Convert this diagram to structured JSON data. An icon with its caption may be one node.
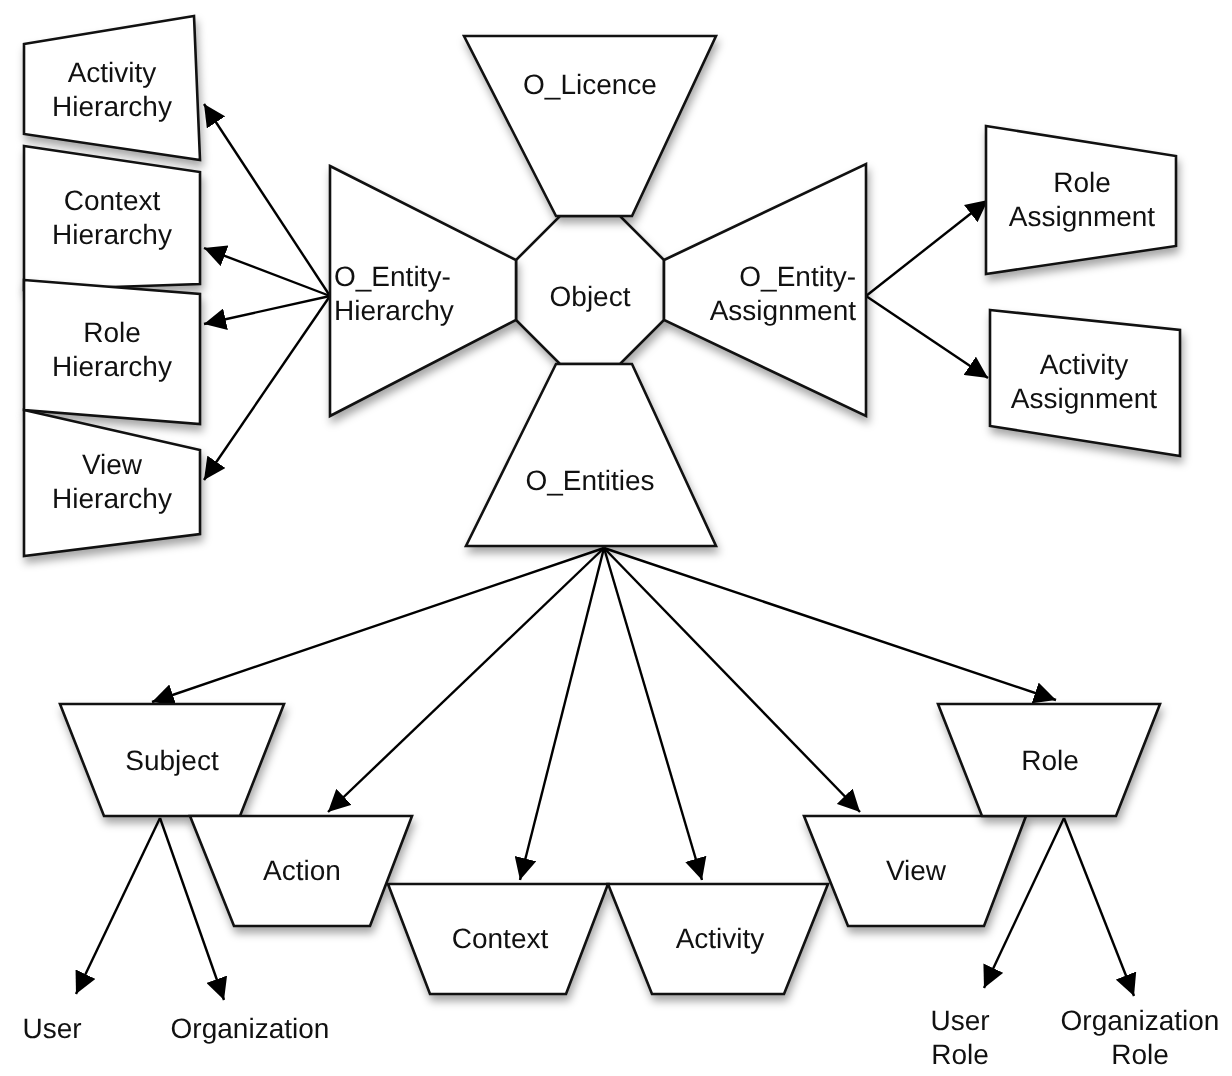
{
  "diagram": {
    "nodes": [
      {
        "text": [
          "Object"
        ]
      },
      {
        "text": [
          "O_Licence"
        ]
      },
      {
        "text": [
          "O_Entity-Hierarchy"
        ]
      },
      {
        "text": [
          "O_Entity-Assignment"
        ]
      },
      {
        "text": [
          "O_Entities"
        ]
      },
      {
        "text": [
          "Activity Hierarchy"
        ]
      },
      {
        "text": [
          "Context Hierarchy"
        ]
      },
      {
        "text": [
          "Role Hierarchy"
        ]
      },
      {
        "text": [
          "View Hierarchy"
        ]
      },
      {
        "text": [
          "Role Assignment"
        ]
      },
      {
        "text": [
          "Activity Assignment"
        ]
      },
      {
        "text": [
          "Subject"
        ]
      },
      {
        "text": [
          "Action"
        ]
      },
      {
        "text": [
          "Context"
        ]
      },
      {
        "text": [
          "Activity"
        ]
      },
      {
        "text": [
          "View"
        ]
      },
      {
        "text": [
          "Role"
        ]
      },
      {
        "text": [
          "User"
        ]
      },
      {
        "text": [
          "Organization"
        ]
      },
      {
        "text": [
          "User Role"
        ]
      },
      {
        "text": [
          "Organization Role"
        ]
      }
    ],
    "edges": [
      {
        "from": 2,
        "to": 5,
        "arrow": "to"
      },
      {
        "from": 2,
        "to": 6,
        "arrow": "to"
      },
      {
        "from": 2,
        "to": 7,
        "arrow": "to"
      },
      {
        "from": 2,
        "to": 8,
        "arrow": "to"
      },
      {
        "from": 3,
        "to": 9,
        "arrow": "to"
      },
      {
        "from": 3,
        "to": 10,
        "arrow": "to"
      },
      {
        "from": 4,
        "to": 11,
        "arrow": "to"
      },
      {
        "from": 4,
        "to": 12,
        "arrow": "to"
      },
      {
        "from": 4,
        "to": 13,
        "arrow": "to"
      },
      {
        "from": 4,
        "to": 14,
        "arrow": "to"
      },
      {
        "from": 4,
        "to": 15,
        "arrow": "to"
      },
      {
        "from": 4,
        "to": 16,
        "arrow": "to"
      },
      {
        "from": 11,
        "to": 17,
        "arrow": "to"
      },
      {
        "from": 11,
        "to": 18,
        "arrow": "to"
      },
      {
        "from": 16,
        "to": 19,
        "arrow": "to"
      },
      {
        "from": 16,
        "to": 20,
        "arrow": "to"
      }
    ]
  }
}
